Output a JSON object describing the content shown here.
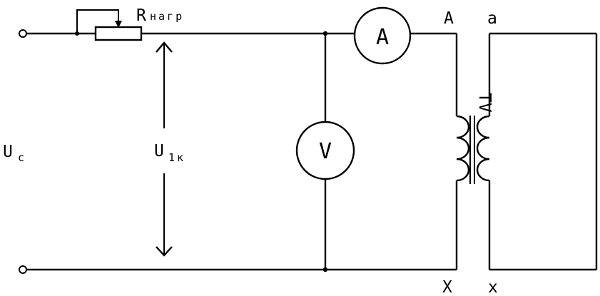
{
  "labels": {
    "r_main": "R",
    "r_sub": "нагр",
    "uc_main": "U",
    "uc_sub": "с",
    "u1k_main": "U",
    "u1k_sub": "1к",
    "term_A": "A",
    "term_a": "a",
    "term_X": "X",
    "term_x": "x",
    "tv": "TV"
  },
  "meters": {
    "ammeter": "A",
    "voltmeter": "V"
  },
  "colors": {
    "stroke": "#000000",
    "background": "#ffffff"
  }
}
